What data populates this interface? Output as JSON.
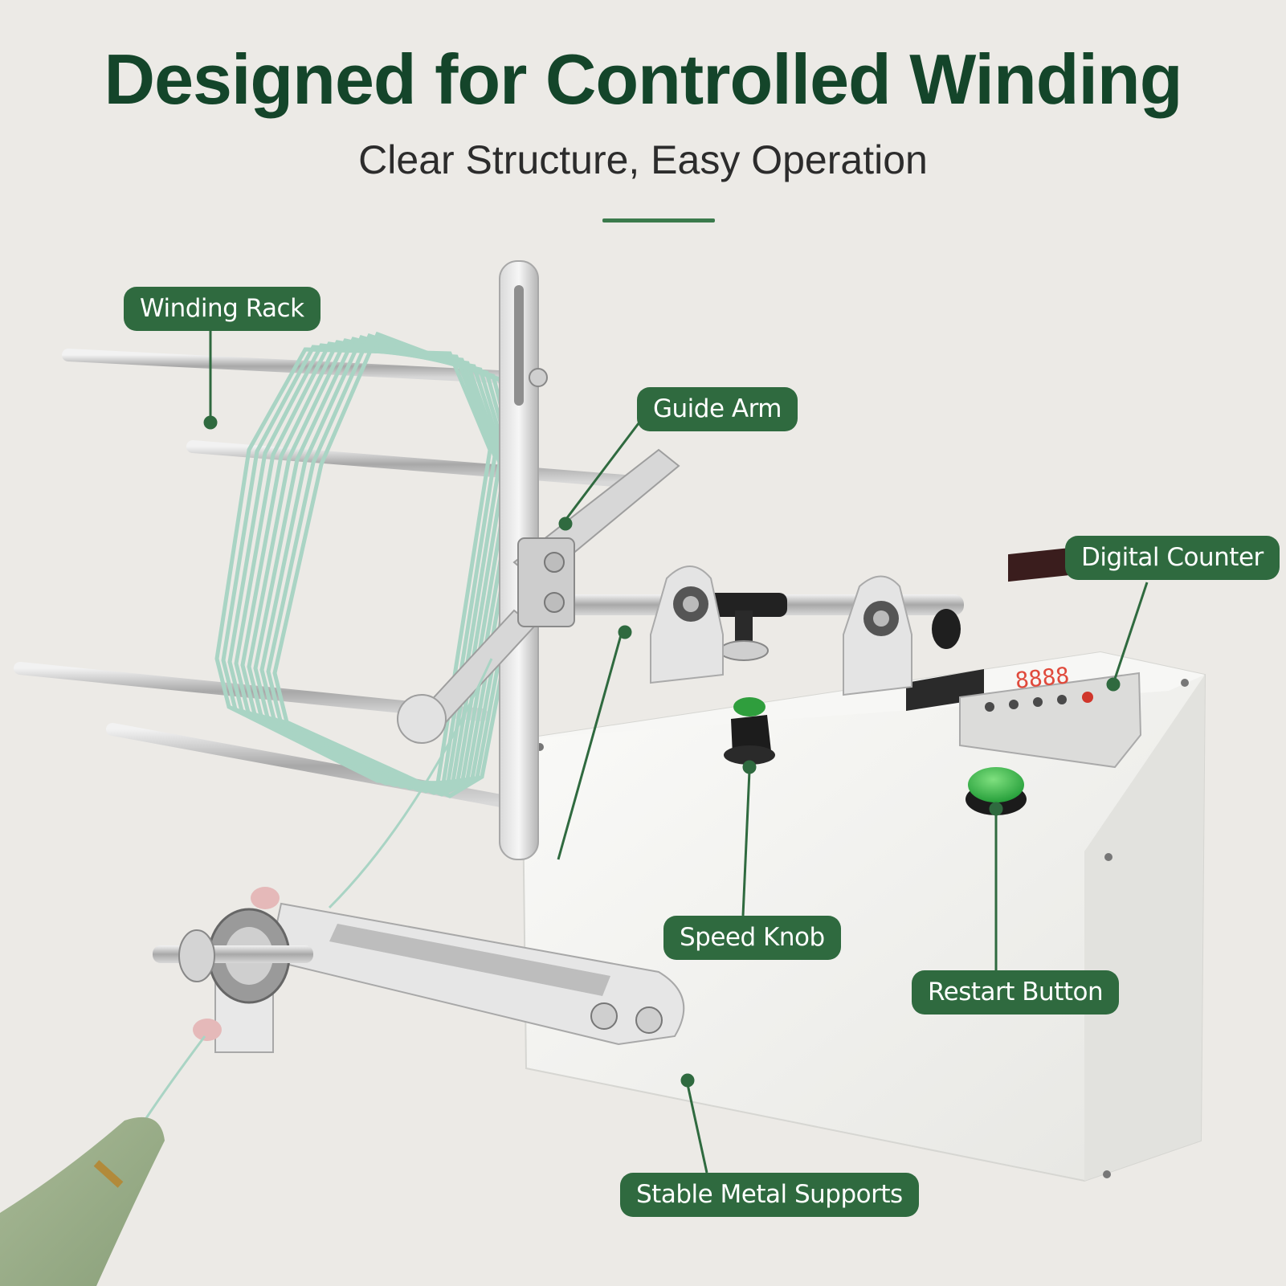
{
  "header": {
    "title": "Designed for Controlled Winding",
    "subtitle": "Clear Structure, Easy Operation"
  },
  "callouts": {
    "winding_rack": "Winding Rack",
    "guide_arm": "Guide Arm",
    "digital_counter": "Digital Counter",
    "speed_knob": "Speed Knob",
    "restart_button": "Restart Button",
    "stable_metal_supports": "Stable Metal Supports"
  },
  "colors": {
    "background": "#eceae6",
    "title": "#14452a",
    "accent_green": "#2f6a3f",
    "thread_mint": "#a9d4c4",
    "tassel_sage": "#9bb08a",
    "counter_led": "#d0362b",
    "restart_green": "#2fae44"
  }
}
